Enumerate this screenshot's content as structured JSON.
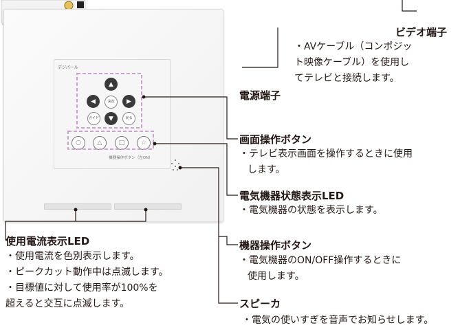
{
  "panel": {
    "brand": "デジパール",
    "ok_label": "決定",
    "guide_label": "ガイド",
    "back_label": "戻る",
    "caption": "機器操作ボタン（左ON）"
  },
  "callouts": {
    "video_terminal": {
      "heading": "ビデオ端子",
      "lines": [
        "・AVケーブル（コンポジッ",
        "ト映像ケーブル）を使用し",
        "てテレビと接続します。"
      ]
    },
    "power_terminal": {
      "heading": "電源端子"
    },
    "screen_buttons": {
      "heading": "画面操作ボタン",
      "lines": [
        "・テレビ表示画面を操作するときに使用",
        "します。"
      ]
    },
    "status_led": {
      "heading": "電気機器状態表示LED",
      "lines": [
        "・電気機器の状態を表示します。"
      ]
    },
    "device_buttons": {
      "heading": "機器操作ボタン",
      "lines": [
        "・電気機器のON/OFF操作するときに",
        "使用します。"
      ]
    },
    "current_led": {
      "heading": "使用電流表示LED",
      "lines": [
        "・使用電流を色別表示します。",
        "・ピークカット動作中は点滅します。",
        "・目標値に対して使用率が100%を",
        "超えると交互に点滅します。"
      ]
    },
    "speaker": {
      "heading": "スピーカ",
      "lines": [
        "・電気の使いすぎを音声でお知らせします。"
      ]
    }
  },
  "colors": {
    "dashed_frame": "#c9a3cd",
    "leader_line": "#231815",
    "button_dark": "#3a3a3a"
  },
  "icons": [
    "up-arrow-icon",
    "down-arrow-icon",
    "left-arrow-icon",
    "right-arrow-icon",
    "triangle-icon",
    "square-icon",
    "star-icon",
    "circle-icon"
  ]
}
